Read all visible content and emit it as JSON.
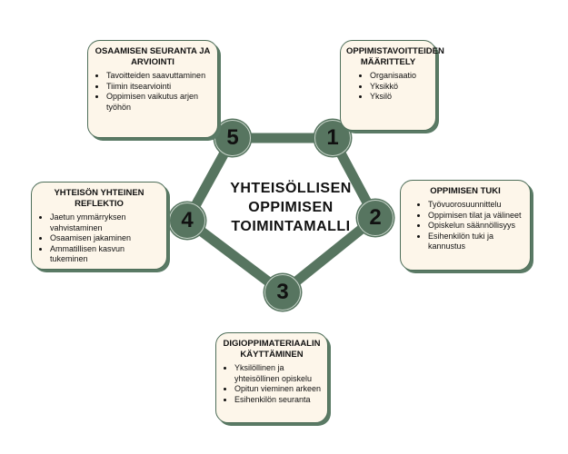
{
  "title": [
    "YHTEISÖLLISEN",
    "OPPIMISEN",
    "TOIMINTAMALLI"
  ],
  "colors": {
    "ring": "#577560",
    "box_fill": "#fdf6ea"
  },
  "steps": [
    {
      "number": "1",
      "heading": "OPPIMISTAVOITTEIDEN MÄÄRITTELY",
      "items": [
        "Organisaatio",
        "Yksikkö",
        "Yksilö"
      ]
    },
    {
      "number": "2",
      "heading": "OPPIMISEN TUKI",
      "items": [
        "Työvuorosuunnittelu",
        "Oppimisen tilat ja välineet",
        "Opiskelun säännöllisyys",
        "Esihenkilön tuki ja kannustus"
      ]
    },
    {
      "number": "3",
      "heading": "DIGIOPPIMATERIAALIN KÄYTTÄMINEN",
      "items": [
        "Yksilöllinen ja yhteisöllinen opiskelu",
        "Opitun vieminen arkeen",
        "Esihenkilön seuranta"
      ]
    },
    {
      "number": "4",
      "heading": "YHTEISÖN YHTEINEN REFLEKTIO",
      "items": [
        "Jaetun ymmärryksen vahvistaminen",
        "Osaamisen jakaminen",
        "Ammatillisen kasvun tukeminen"
      ]
    },
    {
      "number": "5",
      "heading": "OSAAMISEN SEURANTA JA ARVIOINTI",
      "items": [
        "Tavoitteiden saavuttaminen",
        "Tiimin itsearviointi",
        "Oppimisen vaikutus arjen työhön"
      ]
    }
  ]
}
